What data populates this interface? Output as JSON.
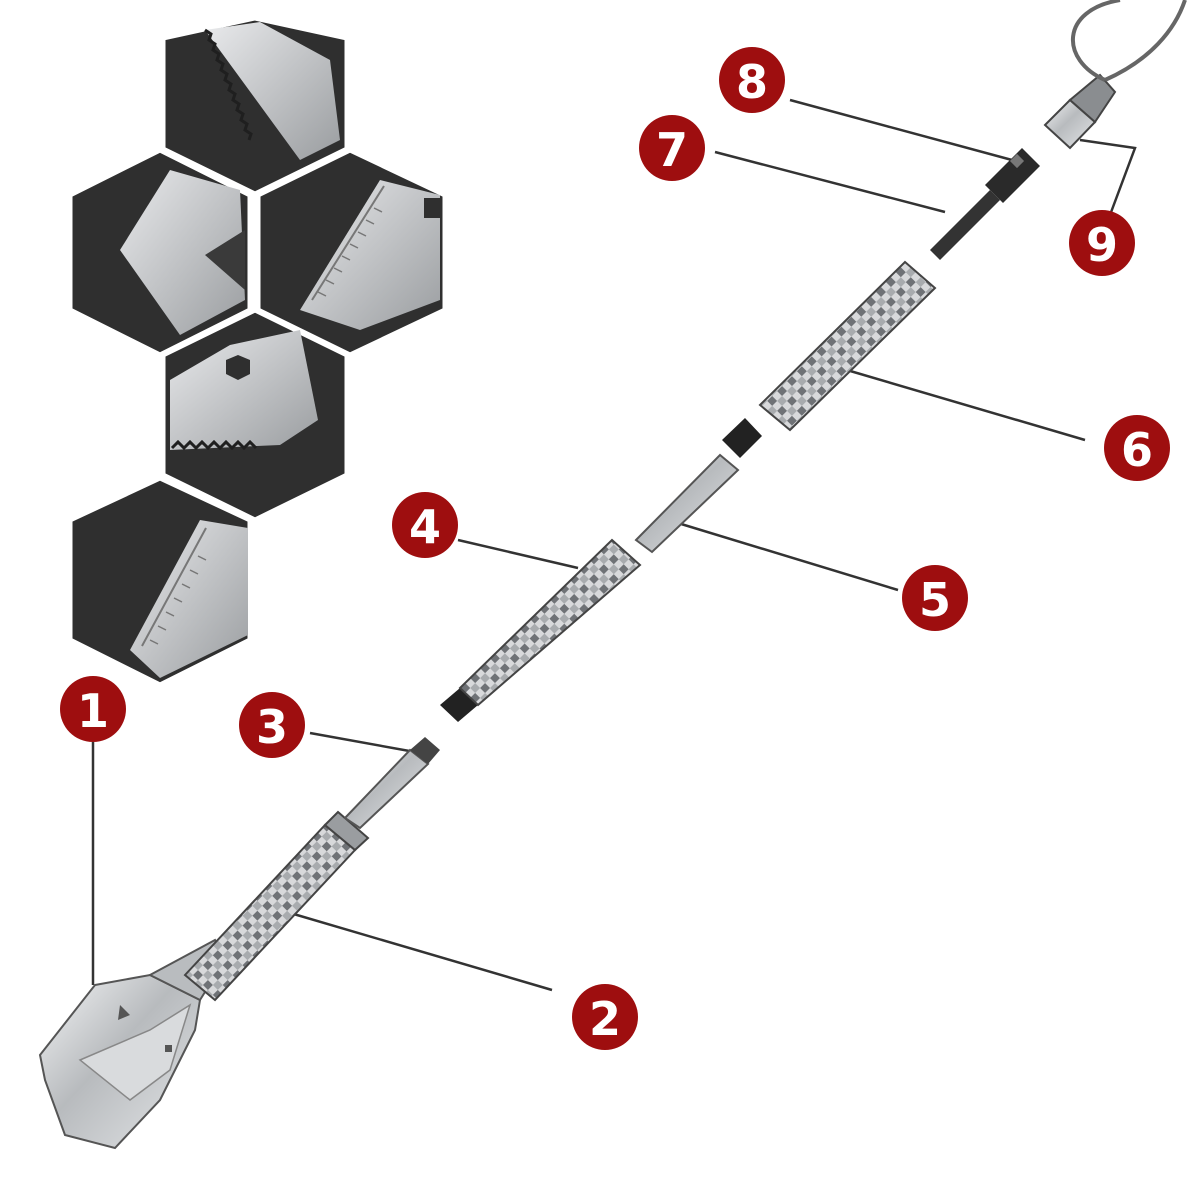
{
  "colors": {
    "badge": "#9e0e0f",
    "badge_text": "#ffffff",
    "leader_line": "#333333",
    "hexagon_fill": "#2f2f2f",
    "hexagon_stroke": "#ffffff",
    "steel": "#c9cbcd"
  },
  "callouts": [
    {
      "number": "1",
      "part": "shovel-head"
    },
    {
      "number": "2",
      "part": "handle-section-lower"
    },
    {
      "number": "3",
      "part": "knife-blade"
    },
    {
      "number": "4",
      "part": "handle-section-middle"
    },
    {
      "number": "5",
      "part": "spear-point"
    },
    {
      "number": "6",
      "part": "handle-section-upper"
    },
    {
      "number": "7",
      "part": "rod-extension"
    },
    {
      "number": "8",
      "part": "connector"
    },
    {
      "number": "9",
      "part": "end-cap-with-cord"
    }
  ],
  "detail_views": [
    {
      "depicts": "saw-edge-icon"
    },
    {
      "depicts": "shovel-blade-edge-icon"
    },
    {
      "depicts": "ruler-scale-icon"
    },
    {
      "depicts": "hex-wrench-and-saw-icon"
    },
    {
      "depicts": "ruler-edge-icon"
    }
  ]
}
